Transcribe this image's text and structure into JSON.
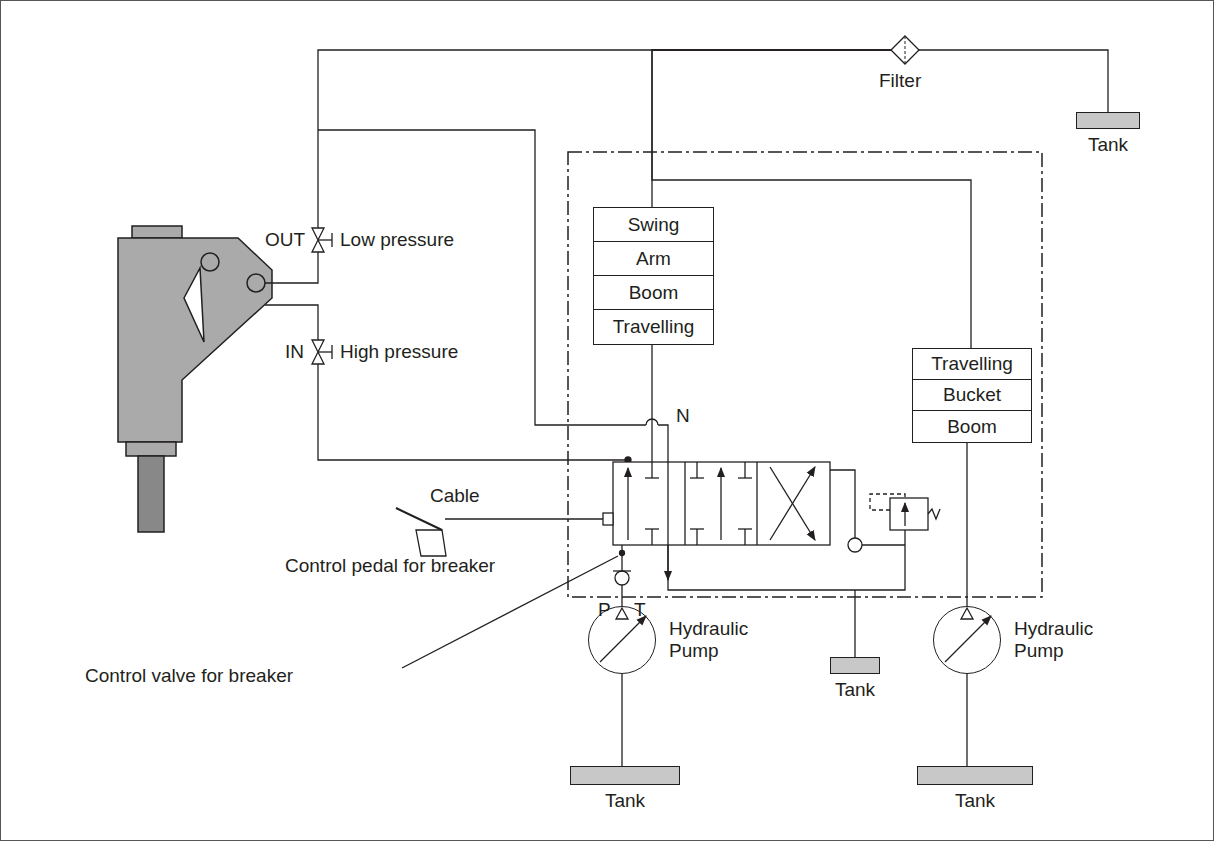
{
  "diagram": {
    "nodes": [
      {
        "text": [
          "Filter"
        ]
      },
      {
        "text": [
          "Tank"
        ]
      },
      {
        "text": [
          "Swing",
          "Arm",
          "Boom",
          "Travelling"
        ]
      },
      {
        "text": [
          "Travelling",
          "Bucket",
          "Boom"
        ]
      },
      {
        "text": [
          "Hydraulic Pump"
        ]
      },
      {
        "text": [
          "Tank"
        ]
      },
      {
        "text": [
          "Hydraulic Pump"
        ]
      },
      {
        "text": [
          "Tank"
        ]
      },
      {
        "text": [
          "Tank"
        ]
      }
    ],
    "edges": [
      {
        "from": 0,
        "to": 1,
        "arrow": "none"
      },
      {
        "from": 2,
        "to": 0,
        "arrow": "none"
      },
      {
        "from": 3,
        "to": 0,
        "arrow": "none"
      },
      {
        "from": 6,
        "to": 3,
        "arrow": "none"
      },
      {
        "from": 6,
        "to": 8,
        "arrow": "none"
      },
      {
        "from": 4,
        "to": 7,
        "arrow": "none"
      }
    ],
    "labels": [
      "OUT",
      "Low pressure",
      "IN",
      "High pressure",
      "N",
      "Cable",
      "Control pedal for breaker",
      "Control valve for breaker",
      "P",
      "T"
    ]
  }
}
